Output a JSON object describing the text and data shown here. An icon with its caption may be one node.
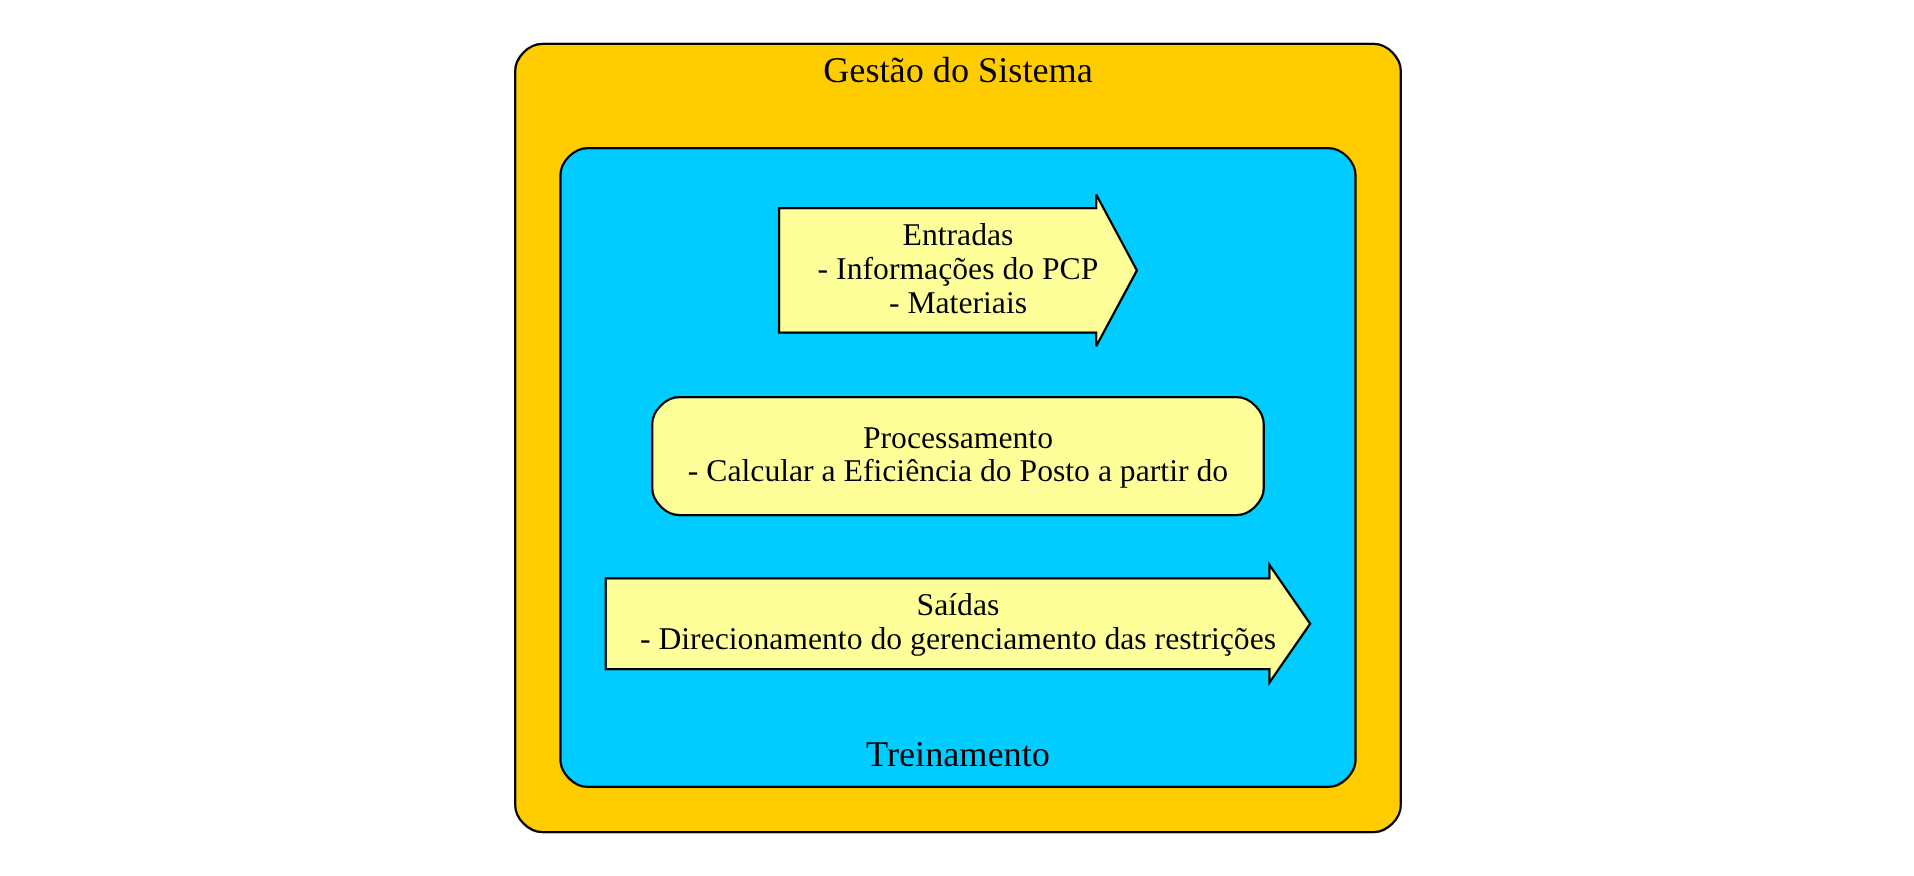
{
  "diagram": {
    "nodes": [
      {
        "text": [
          "Gestão do Sistema"
        ]
      },
      {
        "text": [
          "Treinamento"
        ],
        "in": 0
      },
      {
        "text": [
          "Entradas",
          "- Informações do PCP",
          "- Materiais"
        ],
        "in": 1
      },
      {
        "text": [
          "Processamento",
          "- Calcular a Eficiência do Posto a partir do"
        ],
        "in": 1
      },
      {
        "text": [
          "Saídas",
          "- Direcionamento do gerenciamento das restrições"
        ],
        "in": 1
      }
    ],
    "edges": []
  }
}
